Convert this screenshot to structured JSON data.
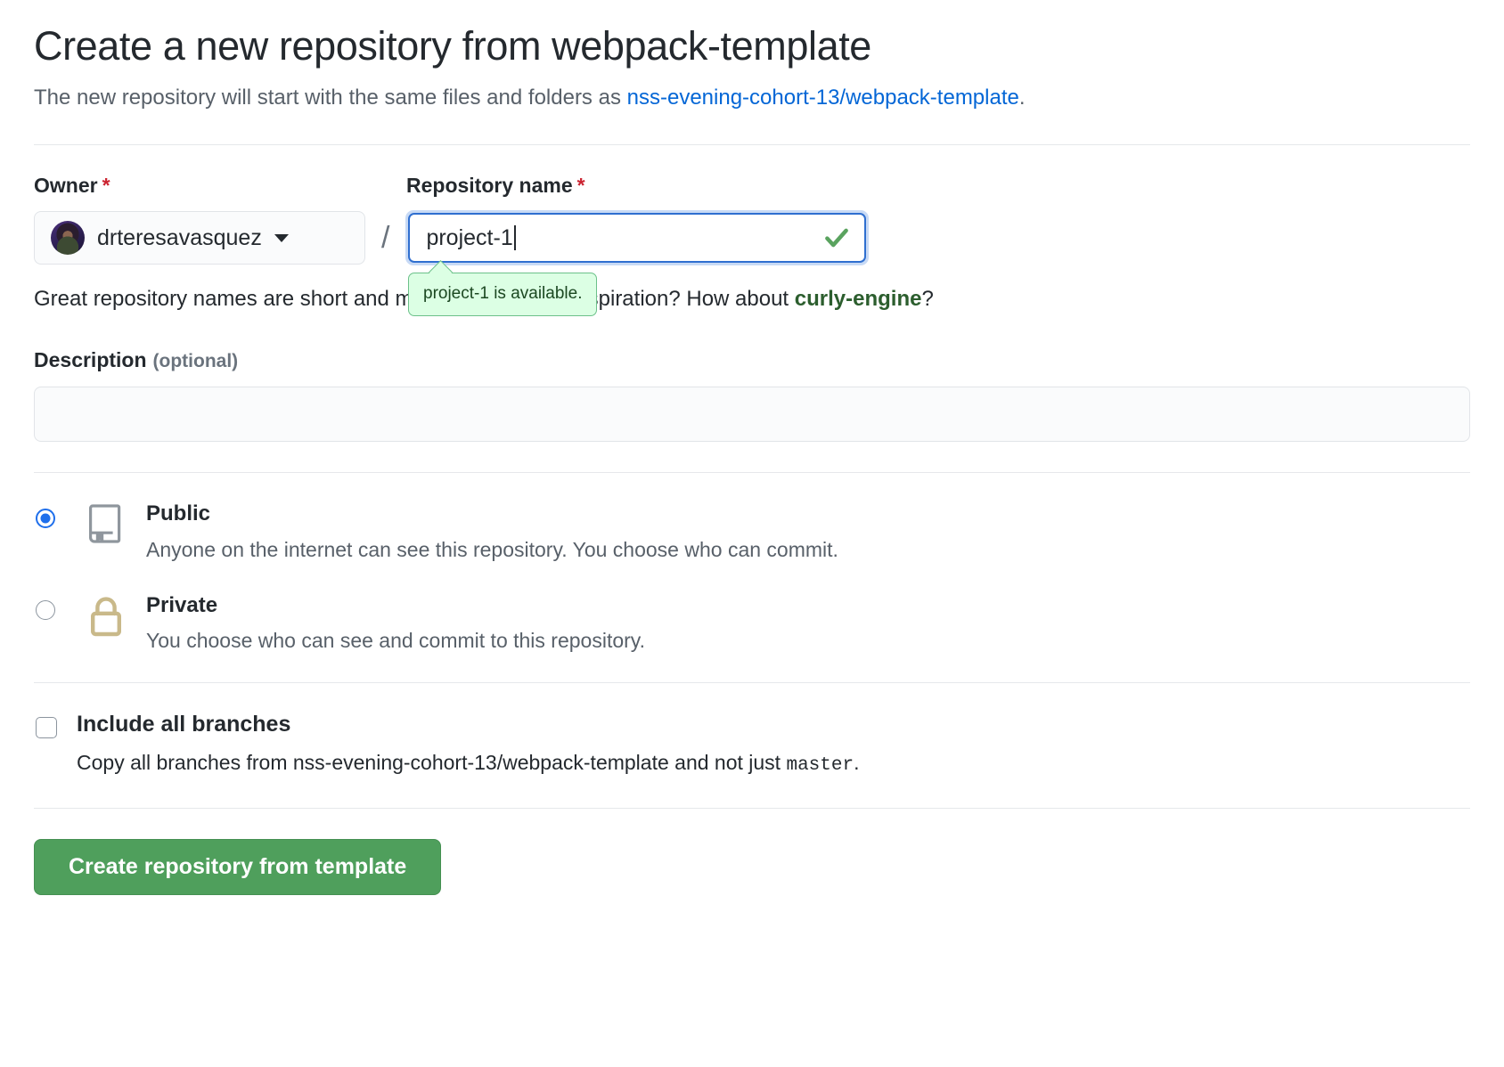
{
  "header": {
    "title": "Create a new repository from webpack-template",
    "subtitle_prefix": "The new repository will start with the same files and folders as ",
    "template_link": "nss-evening-cohort-13/webpack-template",
    "subtitle_suffix": "."
  },
  "owner": {
    "label": "Owner",
    "required_marker": "*",
    "selected": "drteresavasquez",
    "separator": "/"
  },
  "repo_name": {
    "label": "Repository name",
    "required_marker": "*",
    "value": "project-1",
    "validation_icon": "check-icon",
    "availability_message": "project-1 is available."
  },
  "hint": {
    "before": "Great repository names are short and memorable. Need inspiration? How about ",
    "suggestion": "curly-engine",
    "after": "?"
  },
  "description": {
    "label": "Description",
    "optional_label": "(optional)",
    "value": "",
    "placeholder": ""
  },
  "visibility": {
    "options": [
      {
        "id": "public",
        "title": "Public",
        "description": "Anyone on the internet can see this repository. You choose who can commit.",
        "icon": "repo-book-icon",
        "selected": true
      },
      {
        "id": "private",
        "title": "Private",
        "description": "You choose who can see and commit to this repository.",
        "icon": "lock-icon",
        "selected": false
      }
    ]
  },
  "branches": {
    "title": "Include all branches",
    "desc_before": "Copy all branches from nss-evening-cohort-13/webpack-template and not just ",
    "desc_mono": "master",
    "desc_after": ".",
    "checked": false
  },
  "submit": {
    "label": "Create repository from template"
  },
  "colors": {
    "link": "#0366d6",
    "required": "#cb2431",
    "success_bg": "#dcffe4",
    "success_border": "#6cc18a",
    "success_check": "#5aa35f",
    "radio_accent": "#1f6feb",
    "button_bg": "#4f9f5c",
    "lock_icon": "#c9b98a",
    "repo_icon": "#8f969d",
    "suggestion": "#2c5e2e"
  }
}
